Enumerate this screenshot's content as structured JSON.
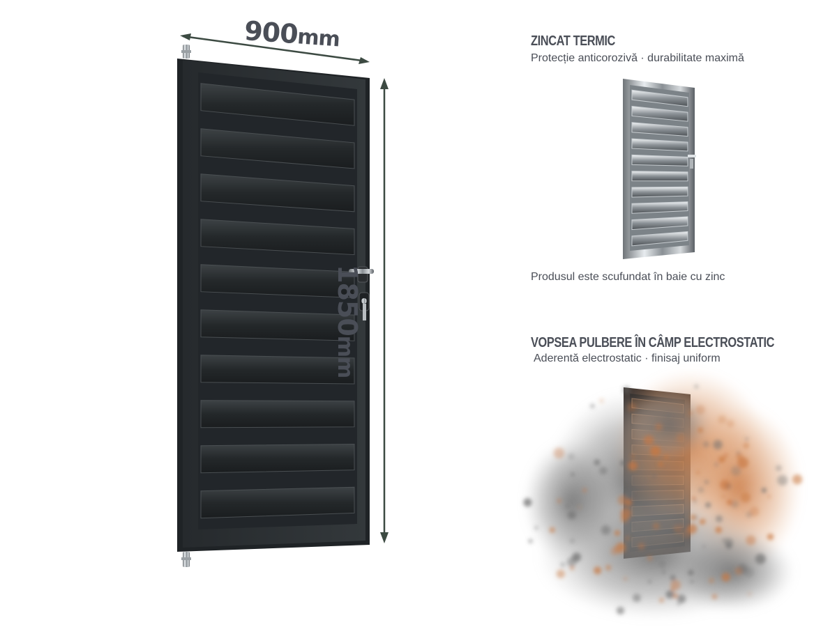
{
  "dimensions": {
    "width_value": "900",
    "width_unit": "mm",
    "height_value": "1850",
    "height_unit": "mm"
  },
  "finish_galvanized": {
    "title": "ZINCAT TERMIC",
    "subtitle": "Protecție anticorozivă · durabilitate maximă",
    "note": "Produsul este scufundat în baie cu zinc"
  },
  "finish_powder": {
    "title": "VOPSEA PULBERE ÎN CÂMP ELECTROSTATIC",
    "subtitle": "Aderentă electrostatic · finisaj uniform"
  },
  "colors": {
    "door": "#2b2f32",
    "text": "#4a4e57",
    "arrow": "#3c4a42",
    "powder": "#c9773f"
  }
}
